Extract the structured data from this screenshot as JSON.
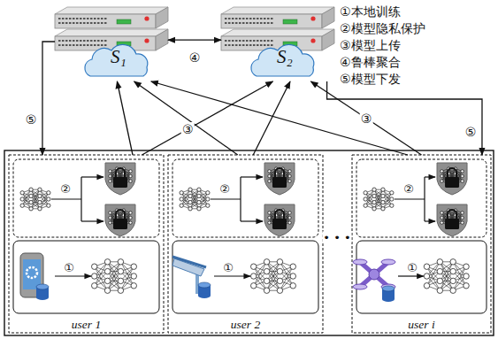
{
  "diagram": {
    "nodes": [
      {
        "text": [
          "S₁"
        ]
      },
      {
        "text": [
          "S₂"
        ]
      },
      {
        "text": [
          "user 1"
        ]
      },
      {
        "text": [
          "user 2"
        ]
      },
      {
        "text": [
          "user i"
        ]
      }
    ],
    "edges": [
      {
        "from": 0,
        "to": 1,
        "arrow": "both",
        "label": "④"
      },
      {
        "from": 0,
        "to": 2,
        "arrow": "to",
        "label": "⑤"
      },
      {
        "from": 1,
        "to": 4,
        "arrow": "to",
        "label": "⑤"
      },
      {
        "from": 2,
        "to": 0,
        "arrow": "to"
      },
      {
        "from": 2,
        "to": 1,
        "arrow": "to",
        "label": "③"
      },
      {
        "from": 3,
        "to": 0,
        "arrow": "to"
      },
      {
        "from": 3,
        "to": 1,
        "arrow": "to"
      },
      {
        "from": 4,
        "to": 0,
        "arrow": "to"
      },
      {
        "from": 4,
        "to": 1,
        "arrow": "to",
        "label": "③"
      }
    ],
    "labels": [
      "②",
      "①",
      "②",
      "①",
      "②",
      "①",
      "• • •"
    ],
    "legend": [
      {
        "text": "①本地训练"
      },
      {
        "text": "②模型隐私保护"
      },
      {
        "text": "③模型上传"
      },
      {
        "text": "④鲁棒聚合"
      },
      {
        "text": "⑤模型下发"
      }
    ]
  }
}
